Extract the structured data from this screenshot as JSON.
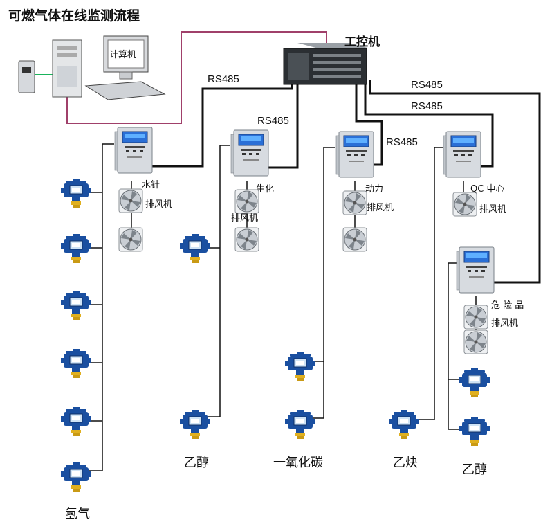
{
  "title": "可燃气体在线监测流程",
  "ipc_label": "工控机",
  "computer_label": "计算机",
  "rs485": "RS485",
  "controllers": [
    {
      "name": "水针",
      "fan": "排风机"
    },
    {
      "name": "生化",
      "fan": "排风机"
    },
    {
      "name": "动力",
      "fan": "排风机"
    },
    {
      "name": "QC 中心",
      "fan": "排风机"
    },
    {
      "name": "危 险 品",
      "fan": "排风机"
    }
  ],
  "gases": [
    "氢气",
    "乙醇",
    "一氧化碳",
    "乙炔",
    "乙醇"
  ],
  "colors": {
    "cable": "#111111",
    "pc_link": "#a0406a",
    "detector": "#1a4fa0",
    "valve": "#e0b020"
  }
}
